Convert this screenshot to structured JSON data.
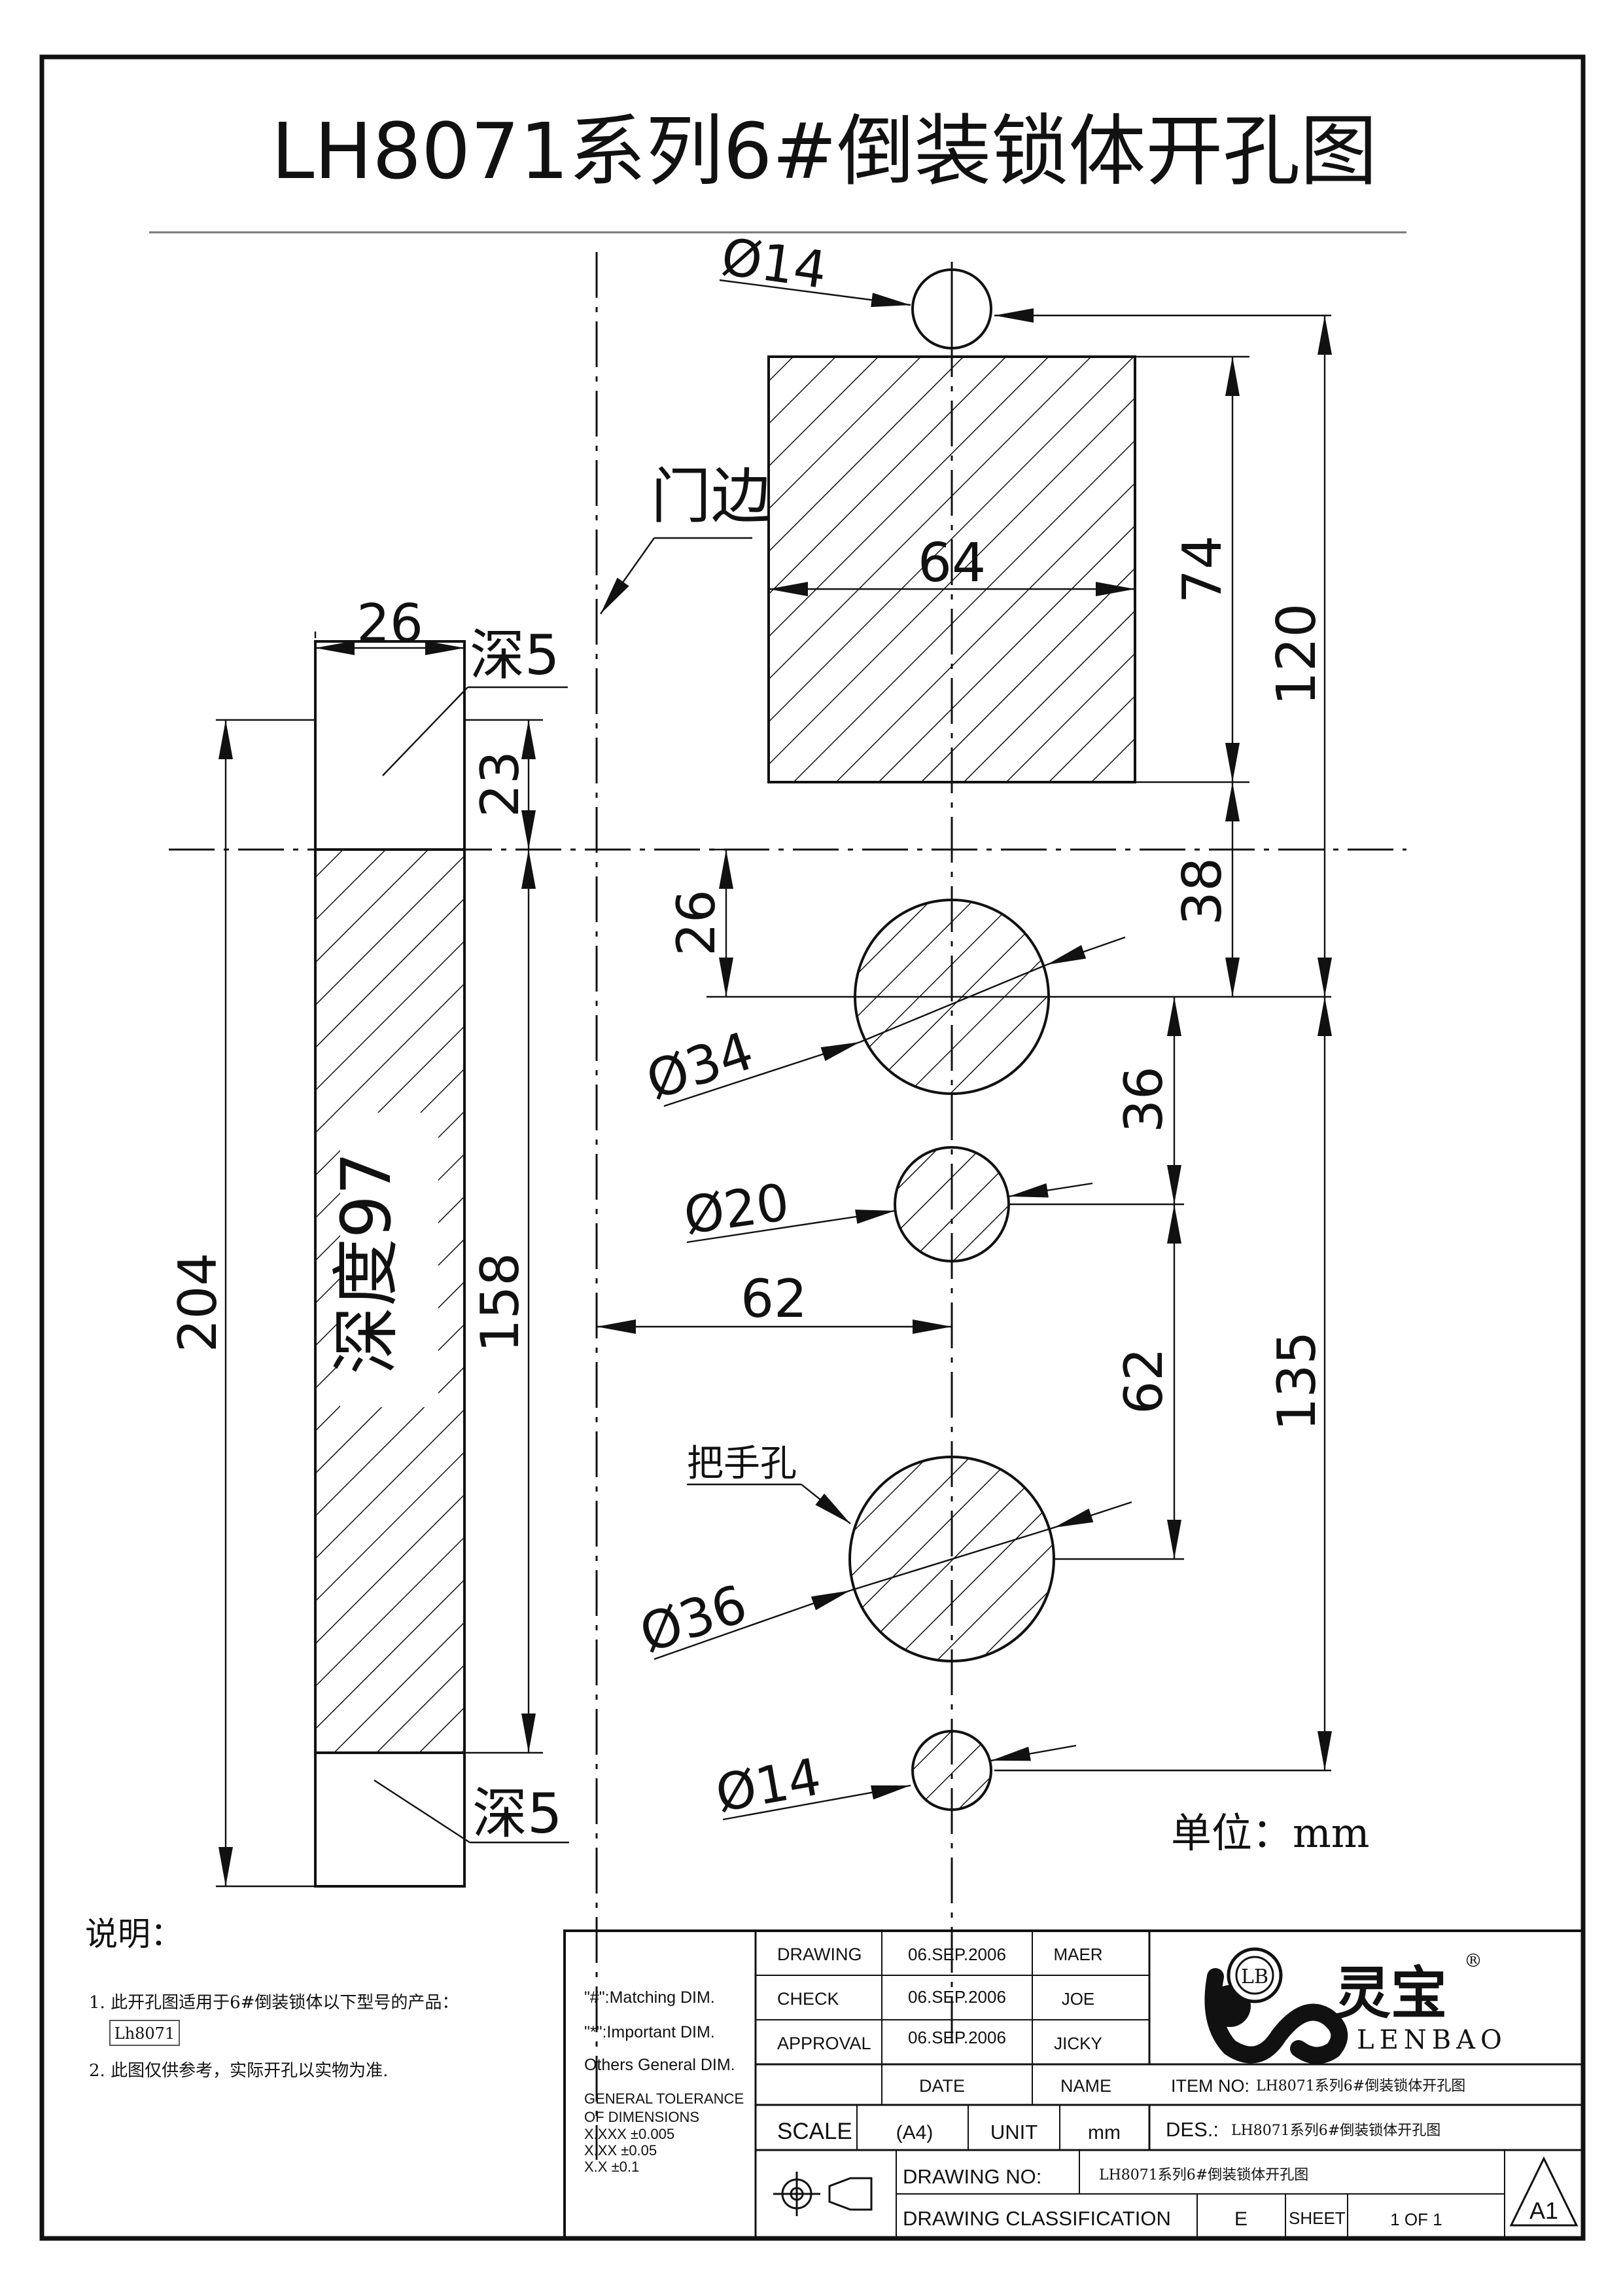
{
  "title": "LH8071系列6#倒装锁体开孔图",
  "unit_note": "单位：mm",
  "dims": {
    "d14_top": "Ø14",
    "w64": "64",
    "h74": "74",
    "h120": "120",
    "h38": "38",
    "door_edge": "门边",
    "w26": "26",
    "depth5_top": "深5",
    "h23": "23",
    "h204": "204",
    "h158": "158",
    "depth97": "深度97",
    "h26": "26",
    "d34": "Ø34",
    "h36": "36",
    "d20": "Ø20",
    "w62": "62",
    "h62": "62",
    "h135": "135",
    "handle_hole": "把手孔",
    "d36": "Ø36",
    "d14_bottom": "Ø14",
    "depth5_bottom": "深5"
  },
  "notes": {
    "heading": "说明：",
    "note1": "1. 此开孔图适用于6#倒装锁体以下型号的产品：",
    "model": "Lh8071",
    "note2": "2. 此图仅供参考，实际开孔以实物为准."
  },
  "title_block": {
    "matching": "\"#\":Matching DIM.",
    "important": "\"*\":Important DIM.",
    "others": "Others General DIM.",
    "tol_heading1": "GENERAL TOLERANCE",
    "tol_heading2": "OF DIMENSIONS",
    "tol_xxx": "X.XXX  ±0.005",
    "tol_xx": "X.XX    ±0.05",
    "tol_x": "X.X       ±0.1",
    "drawing_label": "DRAWING",
    "drawing_date": "06.SEP.2006",
    "drawing_name": "MAER",
    "check_label": "CHECK",
    "check_date": "06.SEP.2006",
    "check_name": "JOE",
    "approval_label": "APPROVAL",
    "approval_date": "06.SEP.2006",
    "approval_name": "JICKY",
    "date_header": "DATE",
    "name_header": "NAME",
    "scale_label": "SCALE",
    "scale_value": "(A4)",
    "unit_label": "UNIT",
    "unit_value": "mm",
    "item_label": "ITEM NO:",
    "item_value": "LH8071系列6#倒装锁体开孔图",
    "des_label": "DES.:",
    "des_value": "LH8071系列6#倒装锁体开孔图",
    "drawing_no_label": "DRAWING NO:",
    "drawing_no_value": "LH8071系列6#倒装锁体开孔图",
    "classification_label": "DRAWING CLASSIFICATION",
    "classification_value": "E",
    "sheet_label": "SHEET",
    "sheet_value": "1 OF 1",
    "sheet_size": "A1",
    "brand_cn": "灵宝",
    "brand_en": "LENBAO",
    "logo_initials": "LB",
    "registered": "®"
  }
}
